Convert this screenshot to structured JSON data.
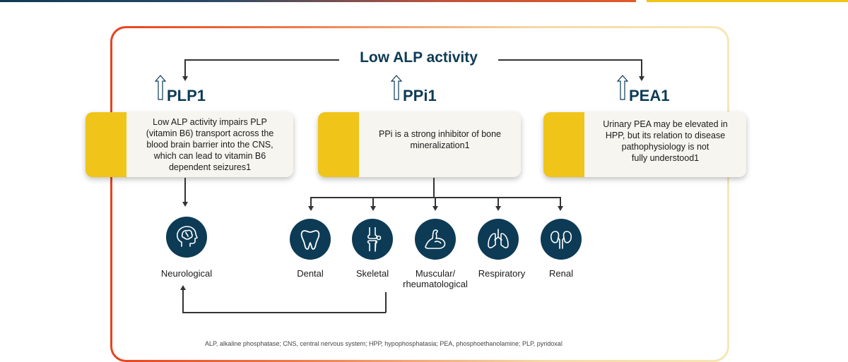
{
  "title": "Low ALP activity",
  "columns": [
    {
      "heading": "PLP1",
      "card_text": "Low ALP activity impairs PLP\n(vitamin B6) transport across the\nblood brain barrier into the CNS,\nwhich can lead to vitamin B6\ndependent seizures1"
    },
    {
      "heading": "PPi1",
      "card_text": "PPi is a strong inhibitor of bone\nmineralization1"
    },
    {
      "heading": "PEA1",
      "card_text": "Urinary PEA may be elevated in\nHPP, but its relation to disease\npathophysiology is not\nfully understood1"
    }
  ],
  "outcomes": [
    {
      "label": "Neurological",
      "icon": "brain-head-icon"
    },
    {
      "label": "Dental",
      "icon": "tooth-icon"
    },
    {
      "label": "Skeletal",
      "icon": "knee-joint-icon"
    },
    {
      "label": "Muscular/\nrheumatological",
      "icon": "flexed-arm-icon"
    },
    {
      "label": "Respiratory",
      "icon": "lungs-icon"
    },
    {
      "label": "Renal",
      "icon": "kidneys-icon"
    }
  ],
  "footnote": "ALP, alkaline phosphatase; CNS, central nervous system; HPP, hypophosphatasia; PEA, phosphoethanolamine; PLP, pyridoxal",
  "colors": {
    "navy": "#0d3b55",
    "accent_yellow": "#f0c419",
    "frame_orange": "#e6431f"
  }
}
